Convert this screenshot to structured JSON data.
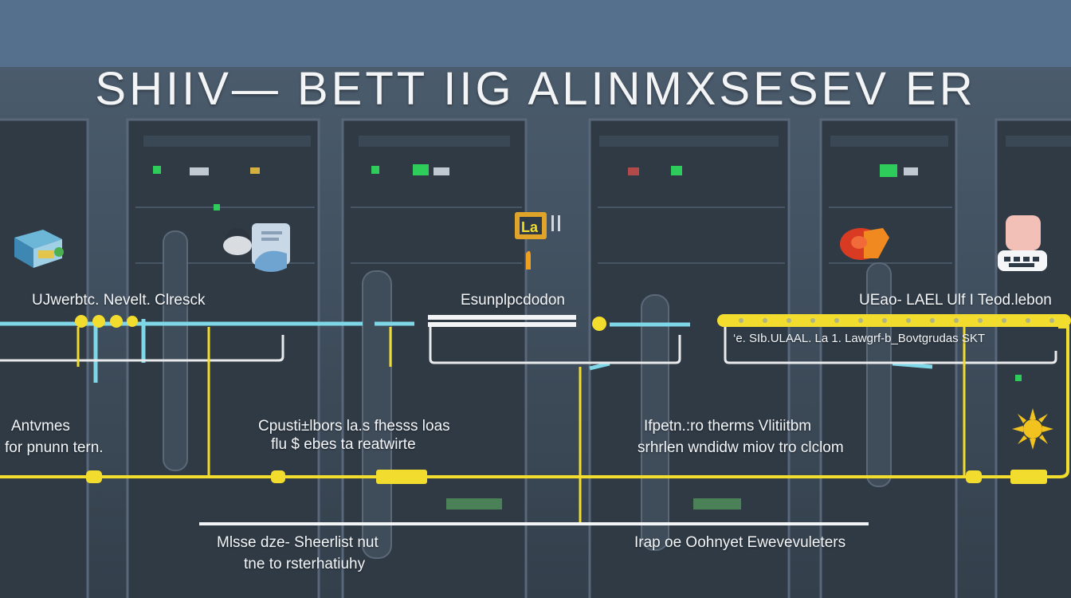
{
  "title": "SHIIV— BETT IIG ALINMXSESEV ER",
  "steps": [
    {
      "label": "UJwerbtc. Nevelt. Clresck"
    },
    {
      "label": "Esunplpcdodon"
    },
    {
      "label": "UEao- LAEL Ulf I Teod.lebon"
    }
  ],
  "step_note": "‘e. SIb.ULAAL. La 1. Lawgrf-b_Bovtgrudas SKT",
  "mid_labels": [
    {
      "line1": "Antvmes",
      "line2": "for pnunn tern."
    },
    {
      "line1": "Cpusti±lbors la.s fhesss loas",
      "line2": "flu $ ebes ta reatwirte"
    },
    {
      "line1": "Ifpetn.:ro therms Vlitiitbm",
      "line2": "srhrlen wndidw miov tro clclom"
    }
  ],
  "bottom_labels": [
    {
      "line1": "Mlsse dze- Sheerlist nut",
      "line2": "tne to rsterhatiuhy"
    },
    {
      "line1": "Irap oe Oohnyet Ewevevuleters",
      "line2": ""
    }
  ],
  "colors": {
    "accent_yellow": "#f2dc2e",
    "accent_cyan": "#7fd6e6",
    "bg": "#3a4a5a"
  }
}
